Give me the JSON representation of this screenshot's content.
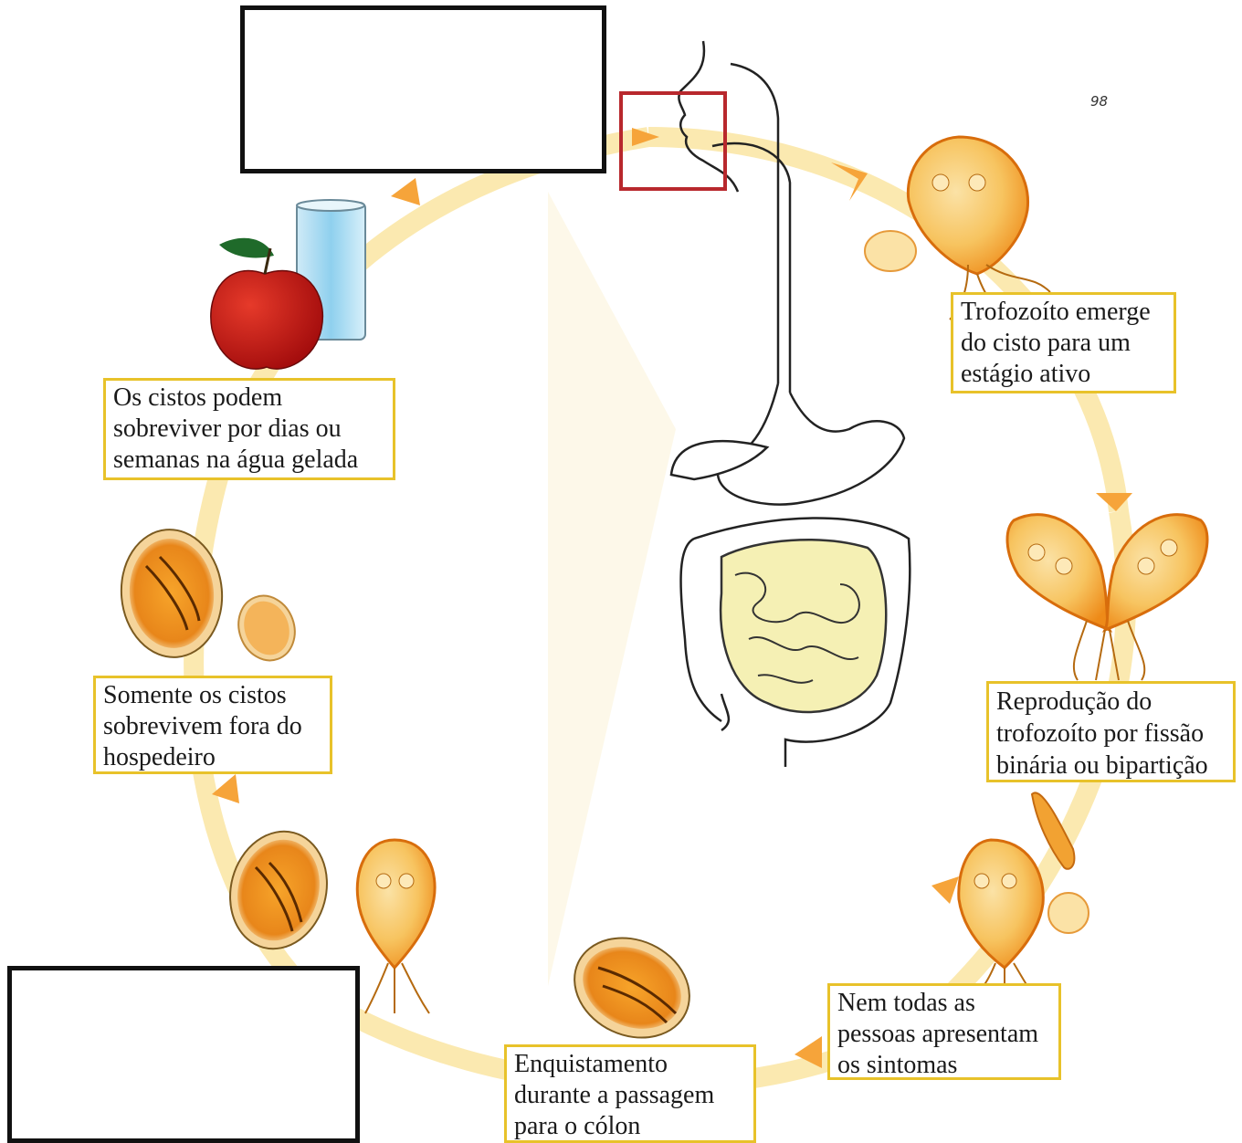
{
  "page_number": "98",
  "labels": {
    "trophozoite_emerges": "Trofozoíto emerge\ndo cisto para um\nestágio ativo",
    "reproduction": "Reprodução do\ntrofozoíto por fissão\nbinária ou bipartição",
    "not_all_symptoms": "Nem todas as\npessoas apresentam\nos sintomas",
    "encystation": "Enquistamento\ndurante a passagem\npara o cólon",
    "only_cysts_survive": "Somente os cistos\nsobrevivem fora do\nhospedeiro",
    "cysts_survive_water": "Os cistos podem\nsobreviver por dias ou\nsemanas na água gelada"
  },
  "colors": {
    "cycle_path": "#fbe9b0",
    "arrow": "#f6a43a",
    "label_border": "#e8c22a",
    "parasite_fill": "#f29a1e",
    "parasite_light": "#fbd27a",
    "mouth_highlight": "#b8282d",
    "apple": "#c41515",
    "water": "#9fd6f0"
  }
}
